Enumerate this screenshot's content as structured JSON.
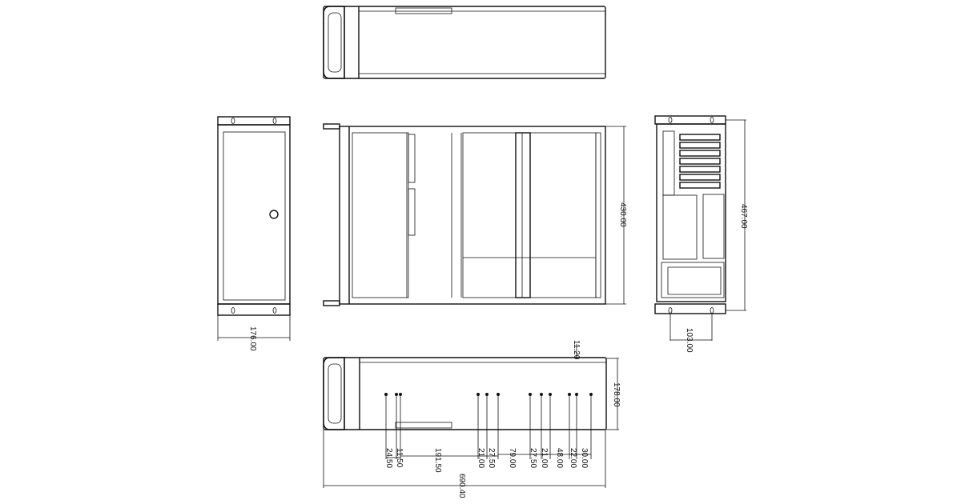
{
  "drawing": {
    "front_view": {
      "width_label": "176.00"
    },
    "rear_view": {
      "height_label": "467.00",
      "hole_spacing_label": "103.00"
    },
    "top_view": {
      "depth_label": "430.00"
    },
    "side_view": {
      "height_label": "178.00",
      "offset_label": "11.20",
      "length_label": "690.40",
      "hole_spacing_labels": [
        "24.50",
        "11.50",
        "191.50",
        "21.00",
        "27.50",
        "79.00",
        "27.50",
        "21.00",
        "48.00",
        "22.00",
        "30.00"
      ]
    }
  }
}
